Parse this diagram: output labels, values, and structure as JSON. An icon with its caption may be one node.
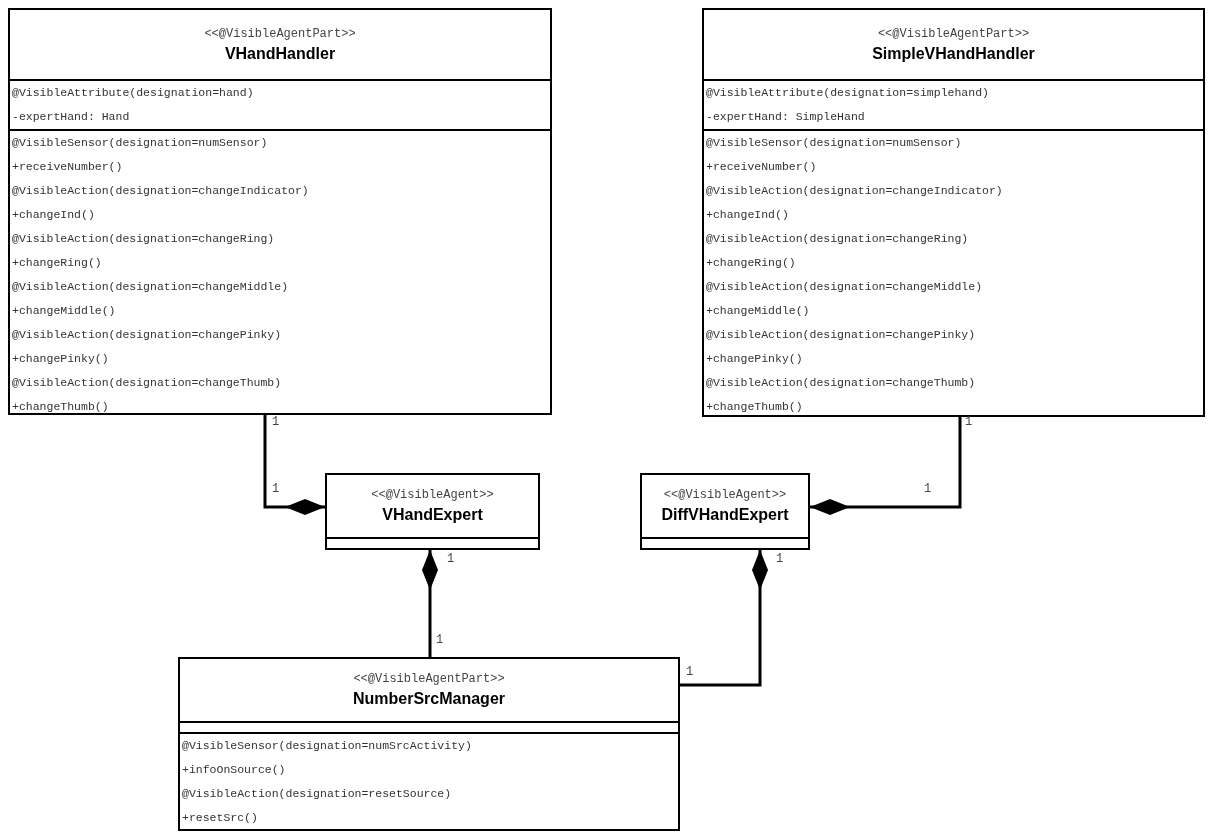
{
  "diagram": {
    "nodes": [
      {
        "text": [
          "<<@VisibleAgentPart>>",
          "VHandHandler",
          "@VisibleAttribute(designation=hand)",
          "-expertHand: Hand",
          "@VisibleSensor(designation=numSensor)",
          "+receiveNumber()",
          "@VisibleAction(designation=changeIndicator)",
          "+changeInd()",
          "@VisibleAction(designation=changeRing)",
          "+changeRing()",
          "@VisibleAction(designation=changeMiddle)",
          "+changeMiddle()",
          "@VisibleAction(designation=changePinky)",
          "+changePinky()",
          "@VisibleAction(designation=changeThumb)",
          "+changeThumb()"
        ]
      },
      {
        "text": [
          "<<@VisibleAgentPart>>",
          "SimpleVHandHandler",
          "@VisibleAttribute(designation=simplehand)",
          "-expertHand: SimpleHand",
          "@VisibleSensor(designation=numSensor)",
          "+receiveNumber()",
          "@VisibleAction(designation=changeIndicator)",
          "+changeInd()",
          "@VisibleAction(designation=changeRing)",
          "+changeRing()",
          "@VisibleAction(designation=changeMiddle)",
          "+changeMiddle()",
          "@VisibleAction(designation=changePinky)",
          "+changePinky()",
          "@VisibleAction(designation=changeThumb)",
          "+changeThumb()"
        ]
      },
      {
        "text": [
          "<<@VisibleAgent>>",
          "VHandExpert"
        ]
      },
      {
        "text": [
          "<<@VisibleAgent>>",
          "DiffVHandExpert"
        ]
      },
      {
        "text": [
          "<<@VisibleAgentPart>>",
          "NumberSrcManager",
          "@VisibleSensor(designation=numSrcActivity)",
          "+infoOnSource()",
          "@VisibleAction(designation=resetSource)",
          "+resetSrc()"
        ]
      }
    ],
    "edges": [
      {
        "from": 0,
        "to": 2,
        "arrow": "other"
      },
      {
        "from": 1,
        "to": 3,
        "arrow": "other"
      },
      {
        "from": 4,
        "to": 2,
        "arrow": "other"
      },
      {
        "from": 4,
        "to": 3,
        "arrow": "other"
      }
    ],
    "labels": [
      "1",
      "1",
      "1",
      "1",
      "1",
      "1",
      "1",
      "1"
    ]
  }
}
